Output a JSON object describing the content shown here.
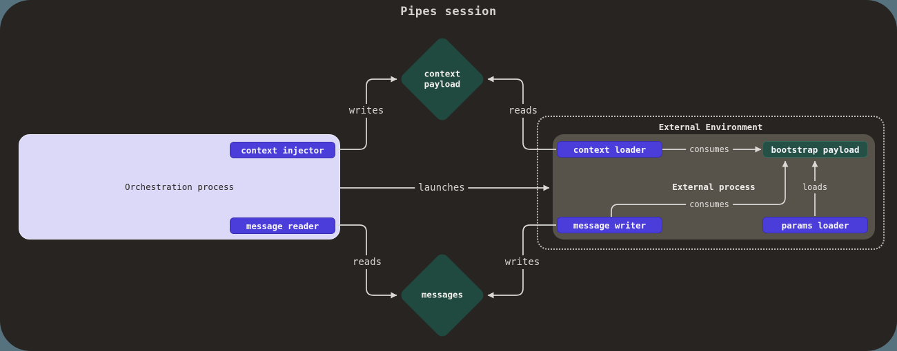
{
  "title": "Pipes session",
  "orchestration": {
    "label": "Orchestration process",
    "context_injector": "context injector",
    "message_reader": "message reader"
  },
  "external": {
    "label": "External Environment",
    "process_label": "External process",
    "context_loader": "context loader",
    "message_writer": "message writer",
    "params_loader": "params loader",
    "bootstrap_payload": "bootstrap payload"
  },
  "stores": {
    "context_payload": "context payload",
    "messages": "messages"
  },
  "edges": {
    "writes_top": "writes",
    "reads_top": "reads",
    "launches": "launches",
    "reads_bottom": "reads",
    "writes_bottom": "writes",
    "consumes_loader": "consumes",
    "consumes_writer": "consumes",
    "loads": "loads"
  },
  "colors": {
    "page_background": "#56727E",
    "canvas_background": "#282421",
    "orchestration_fill": "#DBD8F8",
    "pill_purple": "#4B3DD9",
    "node_green": "#245046",
    "diamond_green": "#20493F",
    "process_gray": "#57534B",
    "edge_line": "#DCDAD7"
  }
}
